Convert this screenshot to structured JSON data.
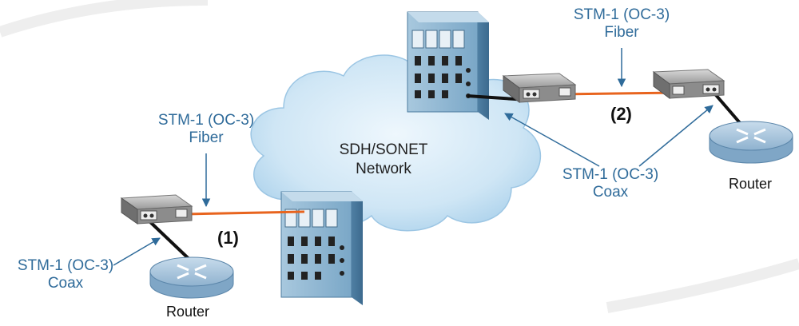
{
  "cloud": {
    "line1": "SDH/SONET",
    "line2": "Network"
  },
  "labels": {
    "fiber_left": {
      "line1": "STM-1 (OC-3)",
      "line2": "Fiber"
    },
    "coax_left": {
      "line1": "STM-1 (OC-3)",
      "line2": "Coax"
    },
    "fiber_right": {
      "line1": "STM-1 (OC-3)",
      "line2": "Fiber"
    },
    "coax_right": {
      "line1": "STM-1 (OC-3)",
      "line2": "Coax"
    }
  },
  "markers": {
    "one": "(1)",
    "two": "(2)"
  },
  "routers": {
    "left": "Router",
    "right": "Router"
  },
  "colors": {
    "label_blue": "#2f6b9a",
    "fiber_orange": "#e8641e",
    "rack_blue": "#6f9fc0"
  }
}
